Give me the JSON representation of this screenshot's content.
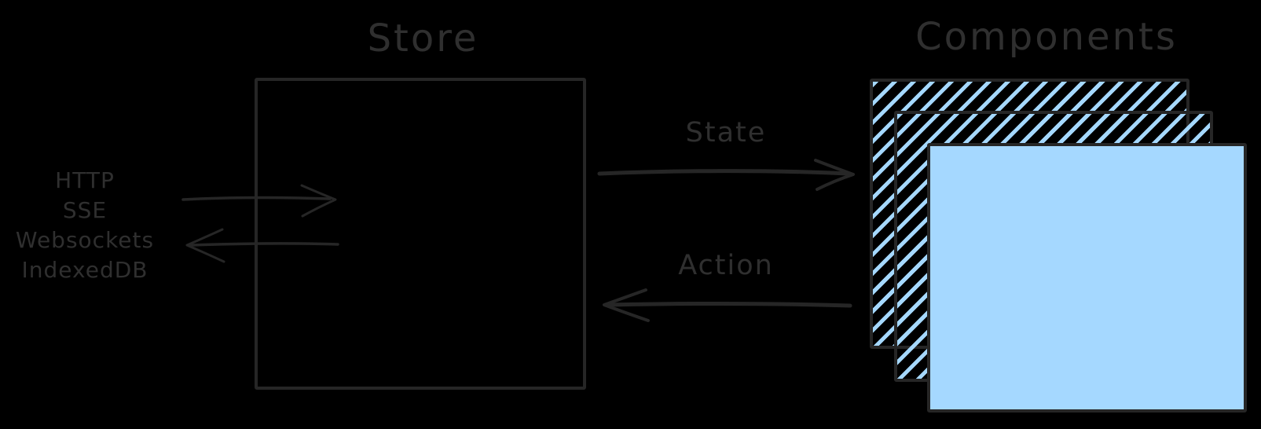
{
  "colors": {
    "bg": "#000000",
    "stroke": "#262626",
    "text": "#2f2f2f",
    "blue_fill": "#a5d8ff"
  },
  "store": {
    "title": "Store"
  },
  "components": {
    "title": "Components"
  },
  "sources": [
    "HTTP",
    "SSE",
    "Websockets",
    "IndexedDB"
  ],
  "edges": {
    "state": "State",
    "action": "Action"
  }
}
